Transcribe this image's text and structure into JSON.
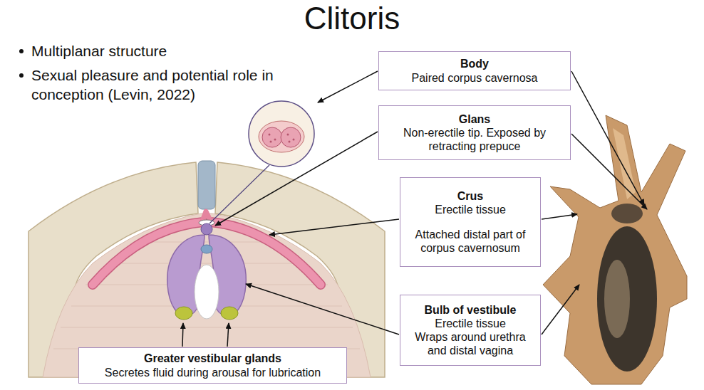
{
  "diagram": {
    "title": "Clitoris",
    "nodes": [
      {
        "text": [
          "Body",
          "Paired corpus cavernosa"
        ]
      },
      {
        "text": [
          "Glans",
          "Non-erectile tip. Exposed by retracting prepuce"
        ]
      },
      {
        "text": [
          "Crus",
          "Erectile tissue",
          "Attached distal part of corpus cavernosum"
        ]
      },
      {
        "text": [
          "Bulb of vestibule",
          "Erectile tissue",
          "Wraps around urethra and distal vagina"
        ]
      },
      {
        "text": [
          "Greater vestibular glands",
          "Secretes fluid during arousal for lubrication"
        ]
      }
    ],
    "labels": [
      "Multiplanar structure",
      "Sexual pleasure and potential role in conception (Levin, 2022)"
    ]
  }
}
